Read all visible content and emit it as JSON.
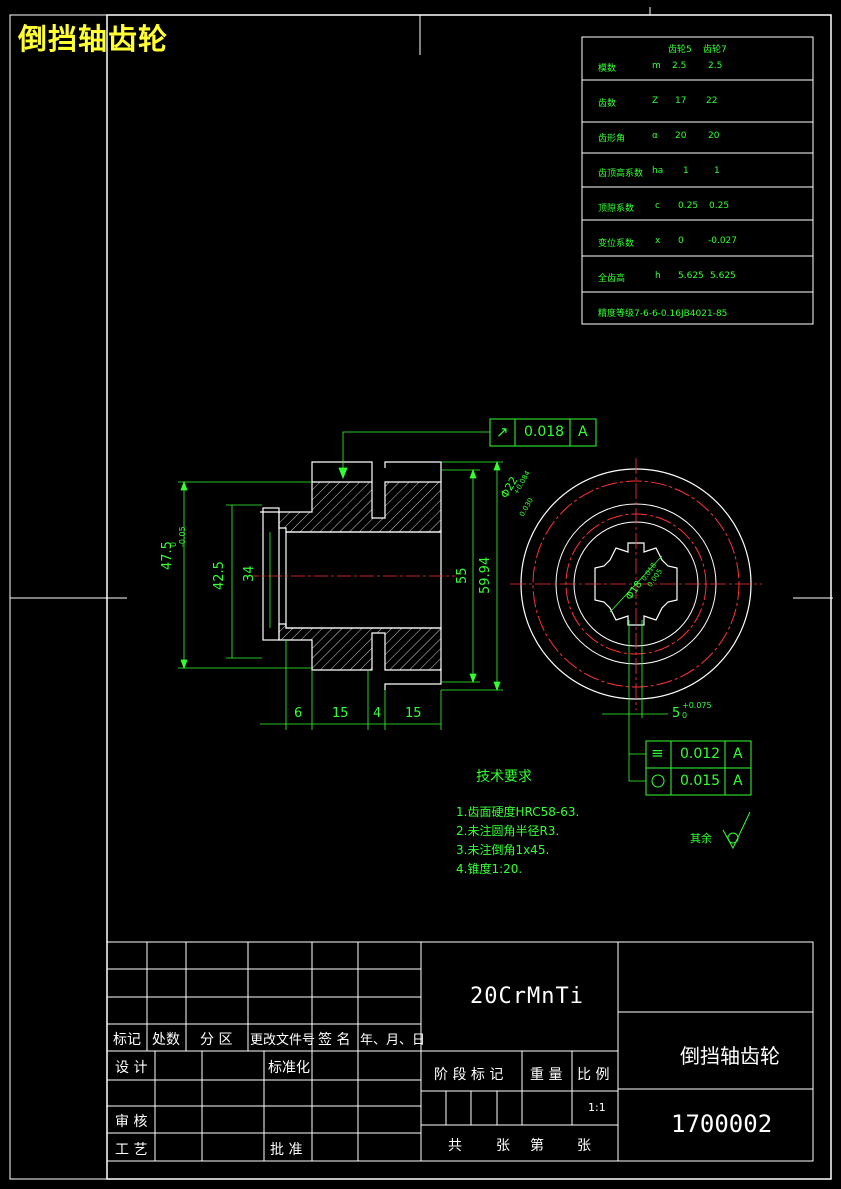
{
  "drawing_title": "倒挡轴齿轮",
  "param_table": {
    "header": [
      "齿轮5",
      "齿轮7"
    ],
    "rows": [
      {
        "label": "模数",
        "sym": "m",
        "v1": "2.5",
        "v2": "2.5"
      },
      {
        "label": "齿数",
        "sym": "Z",
        "v1": "17",
        "v2": "22"
      },
      {
        "label": "齿形角",
        "sym": "α",
        "v1": "20",
        "v2": "20"
      },
      {
        "label": "齿顶高系数",
        "sym": "ha",
        "v1": "1",
        "v2": "1"
      },
      {
        "label": "顶隙系数",
        "sym": "c",
        "v1": "0.25",
        "v2": "0.25"
      },
      {
        "label": "变位系数",
        "sym": "x",
        "v1": "0",
        "v2": "-0.027"
      },
      {
        "label": "全齿高",
        "sym": "h",
        "v1": "5.625",
        "v2": "5.625"
      }
    ],
    "footer": "精度等级7-6-6-0.16JB4021-85"
  },
  "tolerance_top": {
    "symbol": "↗",
    "value": "0.018",
    "datum": "A"
  },
  "tolerances_right": [
    {
      "symbol": "≡",
      "value": "0.012",
      "datum": "A"
    },
    {
      "symbol": "⌖",
      "value": "0.015",
      "datum": "A"
    }
  ],
  "dimensions": {
    "d_outer": "47.5",
    "d_outer_tol": "0\n-0.05",
    "d_42": "42.5",
    "d_34": "34",
    "d_55": "55",
    "d_5994": "59.94",
    "phi22": "Φ22",
    "phi22_tol_upper": "+0.084",
    "phi22_tol_lower": "0.030",
    "w6": "6",
    "w15a": "15",
    "w4": "4",
    "w15b": "15",
    "slot5": "5",
    "slot5_tol_upper": "+0.075",
    "slot5_tol_lower": "0",
    "phi18": "Φ18",
    "phi18_tol": "0.018",
    "phi18_tol2": "0.005"
  },
  "tech_req": {
    "title": "技术要求",
    "items": [
      "1.齿面硬度HRC58-63.",
      "2.未注圆角半径R3.",
      "3.未注倒角1x45.",
      "4.锥度1:20."
    ]
  },
  "remaining_label": "其余",
  "title_block": {
    "header_labels": [
      "标记",
      "处数",
      "分 区",
      "更改文件号",
      "签 名",
      "年、月、日"
    ],
    "design": "设 计",
    "standard": "标准化",
    "review": "审 核",
    "process": "工 艺",
    "approve": "批 准",
    "material": "20CrMnTi",
    "stage": "阶 段 标 记",
    "weight": "重 量",
    "scale_label": "比 例",
    "scale_value": "1:1",
    "sheet_total": "共",
    "sheet_zhang1": "张",
    "sheet_di": "第",
    "sheet_zhang2": "张",
    "part_name": "倒挡轴齿轮",
    "drawing_no": "1700002"
  }
}
